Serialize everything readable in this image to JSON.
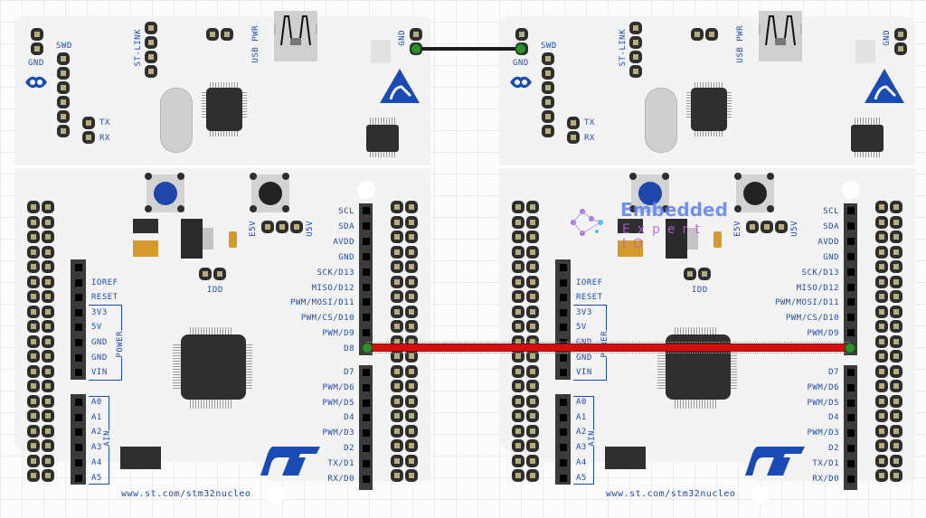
{
  "boards": [
    {
      "id": "left",
      "labels": {
        "gnd_top_left": "GND",
        "swd": "SWD",
        "st_link": "ST-LINK",
        "usb_pwr": "USB PWR",
        "gnd_top_right": "GND",
        "tx": "TX",
        "rx": "RX",
        "e5v": "E5V",
        "u5v": "U5V",
        "idd": "IDD",
        "power": "POWER",
        "ain": "AIN",
        "url": "www.st.com/stm32nucleo"
      },
      "left_header_pins": [
        "",
        "IOREF",
        "RESET",
        "3V3",
        "5V",
        "GND",
        "GND",
        "VIN"
      ],
      "analog_pins": [
        "A0",
        "A1",
        "A2",
        "A3",
        "A4",
        "A5"
      ],
      "right_header_upper": [
        "SCL",
        "SDA",
        "AVDD",
        "GND",
        "SCK/D13",
        "MISO/D12",
        "PWM/MOSI/D11",
        "PWM/CS/D10",
        "PWM/D9",
        "D8"
      ],
      "right_header_lower": [
        "D7",
        "PWM/D6",
        "PWM/D5",
        "D4",
        "PWM/D3",
        "D2",
        "TX/D1",
        "RX/D0"
      ]
    },
    {
      "id": "right",
      "labels": {
        "gnd_top_left": "GND",
        "swd": "SWD",
        "st_link": "ST-LINK",
        "usb_pwr": "USB PWR",
        "gnd_top_right": "GND",
        "tx": "TX",
        "rx": "RX",
        "e5v": "E5V",
        "u5v": "U5V",
        "idd": "IDD",
        "power": "POWER",
        "ain": "AIN",
        "url": "www.st.com/stm32nucleo"
      },
      "left_header_pins": [
        "",
        "IOREF",
        "RESET",
        "3V3",
        "5V",
        "GND",
        "GND",
        "VIN"
      ],
      "analog_pins": [
        "A0",
        "A1",
        "A2",
        "A3",
        "A4",
        "A5"
      ],
      "right_header_upper": [
        "SCL",
        "SDA",
        "AVDD",
        "GND",
        "SCK/D13",
        "MISO/D12",
        "PWM/MOSI/D11",
        "PWM/CS/D10",
        "PWM/D9",
        ""
      ],
      "right_header_lower": [
        "D7",
        "PWM/D6",
        "PWM/D5",
        "D4",
        "PWM/D3",
        "D2",
        "TX/D1",
        "RX/D0"
      ]
    }
  ],
  "wires": [
    {
      "name": "gnd-wire",
      "from": "left.GND (CN top-right)",
      "to": "right.GND (CN top-left)",
      "color": "#1c1c1c"
    },
    {
      "name": "d8-wire",
      "from": "left.D8",
      "to": "right.D8",
      "color": "#d30e0e"
    }
  ],
  "watermark": {
    "line1": "Embedded",
    "line2": "Expert IO"
  },
  "colors": {
    "label_blue": "#1a4bb5",
    "board": "#f3f3f3",
    "wire_red": "#d30e0e",
    "wire_black": "#1c1c1c",
    "button_blue": "#1e46a8"
  }
}
